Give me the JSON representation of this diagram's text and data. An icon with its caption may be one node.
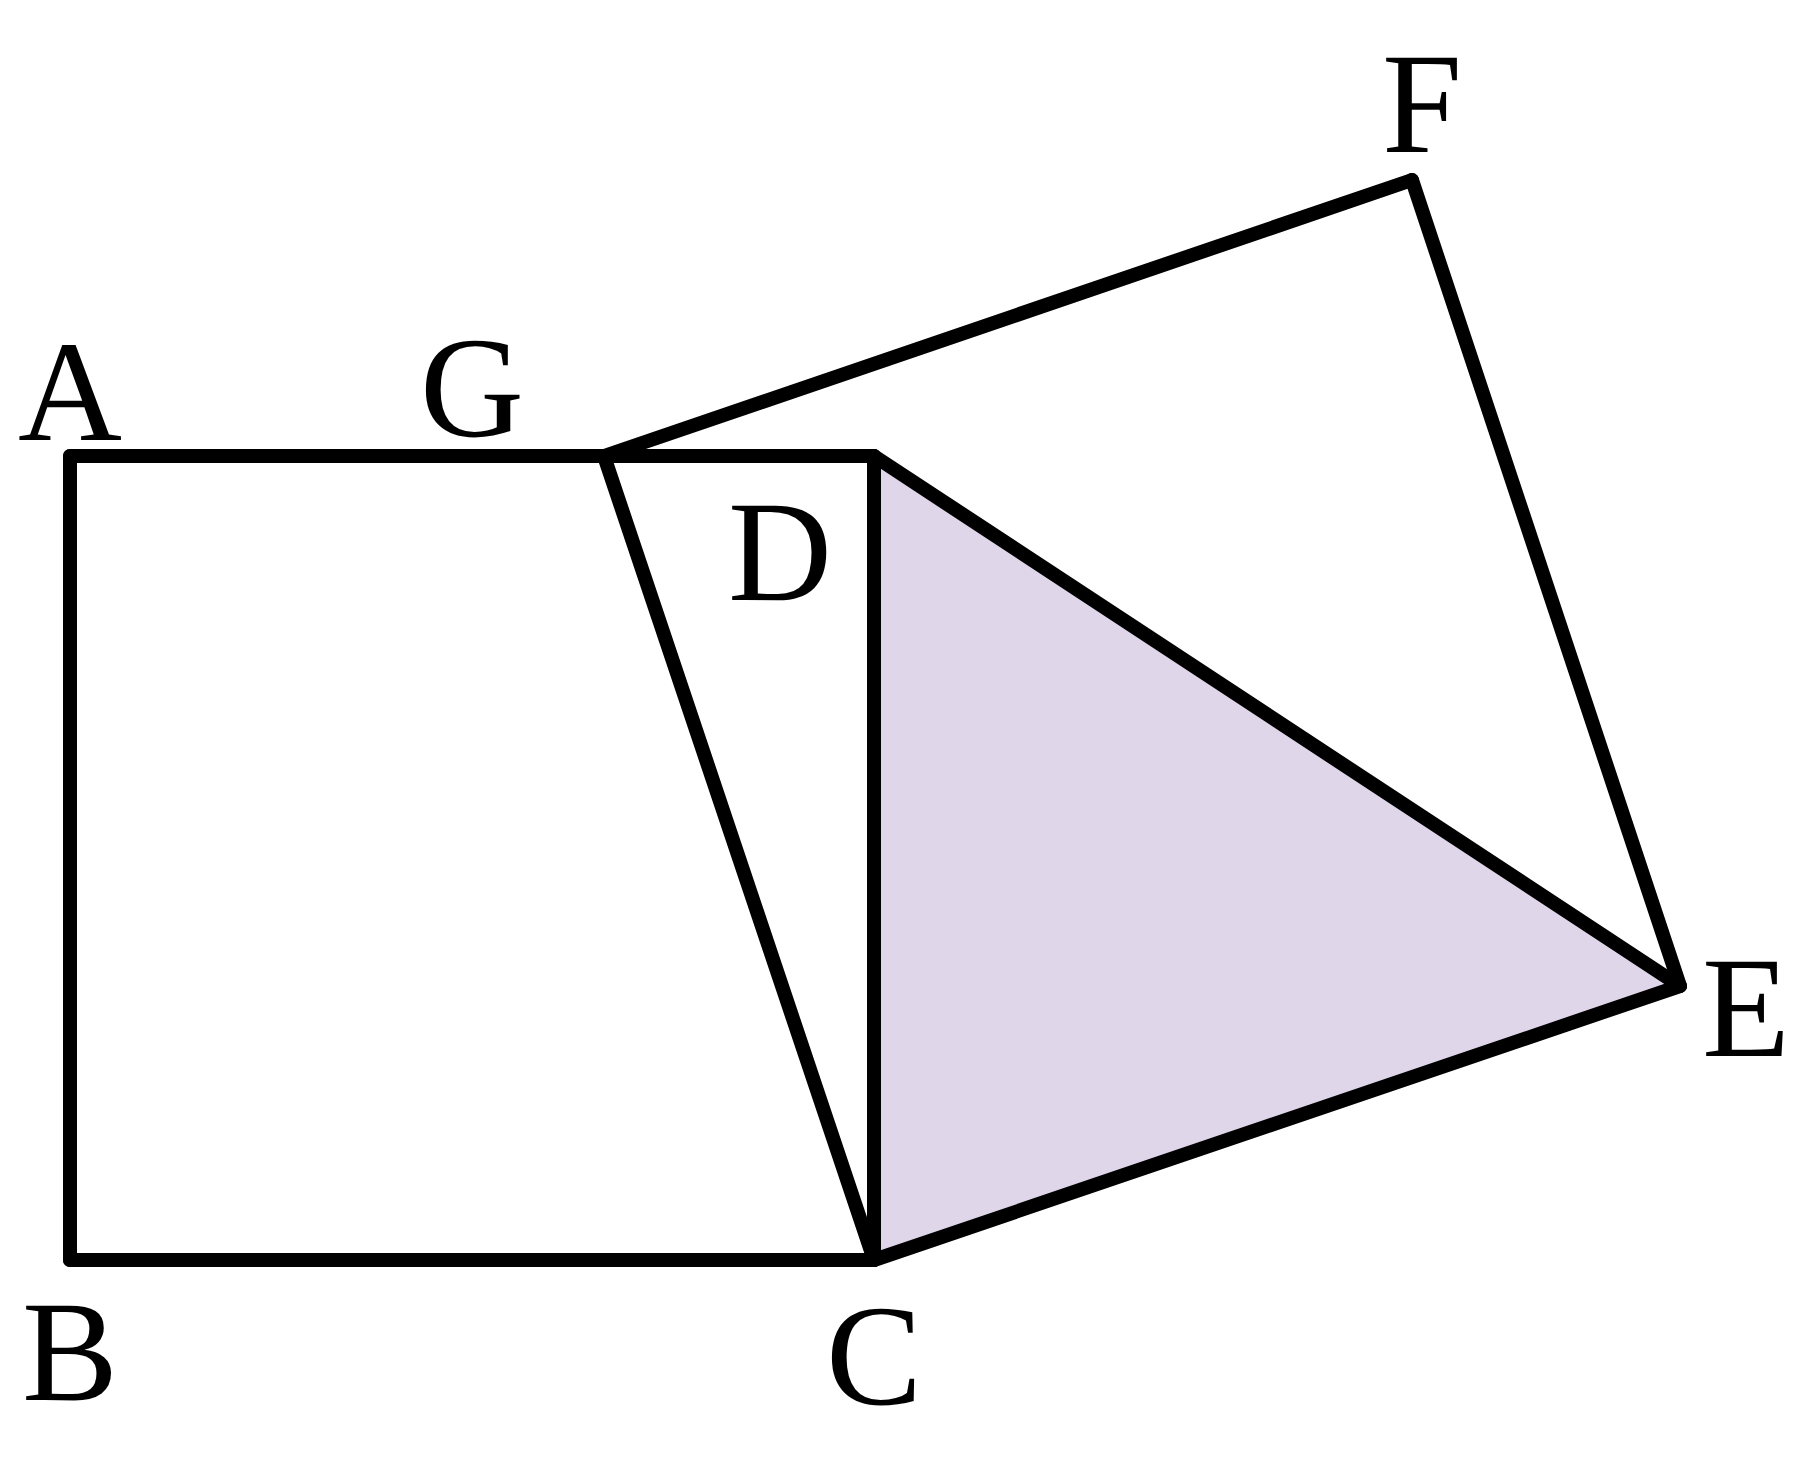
{
  "diagram": {
    "nodes": [
      {
        "text": [
          "F"
        ]
      },
      {
        "text": [
          "A"
        ]
      },
      {
        "text": [
          "G"
        ]
      },
      {
        "text": [
          "D"
        ]
      },
      {
        "text": [
          "E"
        ]
      },
      {
        "text": [
          "B"
        ]
      },
      {
        "text": [
          "C"
        ]
      }
    ],
    "edges": [
      {
        "from": 1,
        "to": 2,
        "arrow": "none"
      },
      {
        "from": 2,
        "to": 3,
        "arrow": "none"
      },
      {
        "from": 3,
        "to": 6,
        "arrow": "none"
      },
      {
        "from": 6,
        "to": 5,
        "arrow": "none"
      },
      {
        "from": 5,
        "to": 1,
        "arrow": "none"
      },
      {
        "from": 2,
        "to": 0,
        "arrow": "none"
      },
      {
        "from": 0,
        "to": 4,
        "arrow": "none"
      },
      {
        "from": 4,
        "to": 6,
        "arrow": "none"
      },
      {
        "from": 6,
        "to": 2,
        "arrow": "none"
      },
      {
        "from": 3,
        "to": 4,
        "arrow": "none"
      }
    ]
  }
}
